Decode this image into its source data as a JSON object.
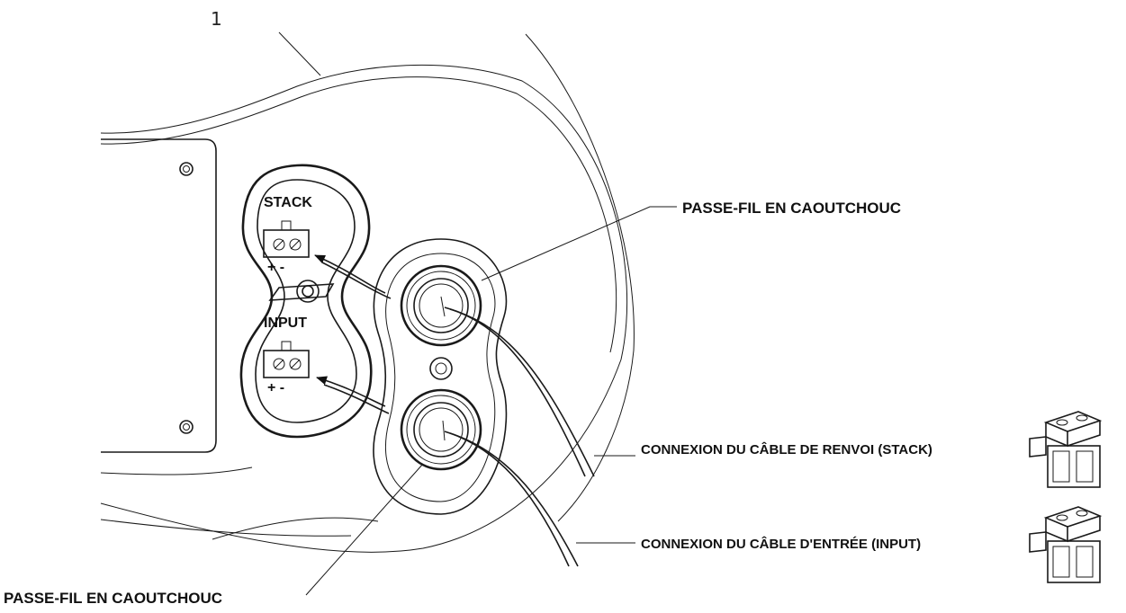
{
  "figure_number": "1",
  "labels": {
    "grommet_top": "PASSE-FIL EN CAOUTCHOUC",
    "grommet_bottom": "PASSE-FIL EN CAOUTCHOUC",
    "stack_cable": "CONNEXION DU CÂBLE DE RENVOI (STACK)",
    "input_cable": "CONNEXION DU CÂBLE D'ENTRÉE (INPUT)"
  },
  "jacks": {
    "stack": "STACK",
    "input": "INPUT",
    "polarity": "+ -"
  }
}
